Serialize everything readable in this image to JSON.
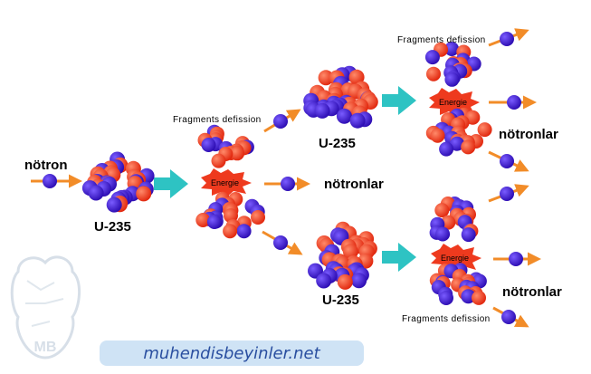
{
  "labels": {
    "notron_in": "nötron",
    "u235": "U-235",
    "fragments": "Fragments defission",
    "energie": "Energie",
    "notronlar": "nötronlar"
  },
  "watermark": {
    "site": "muhendisbeyinler.net",
    "logo_text": "MB"
  },
  "colors": {
    "proton": "#ee3a1e",
    "neutron": "#3a16c9",
    "neutron_arrow": "#f28c28",
    "stage_arrow": "#2ec3c3",
    "energy_burst": "#ee3a1e",
    "watermark_bg": "#cfe3f5",
    "watermark_text": "#2a4fa0"
  }
}
